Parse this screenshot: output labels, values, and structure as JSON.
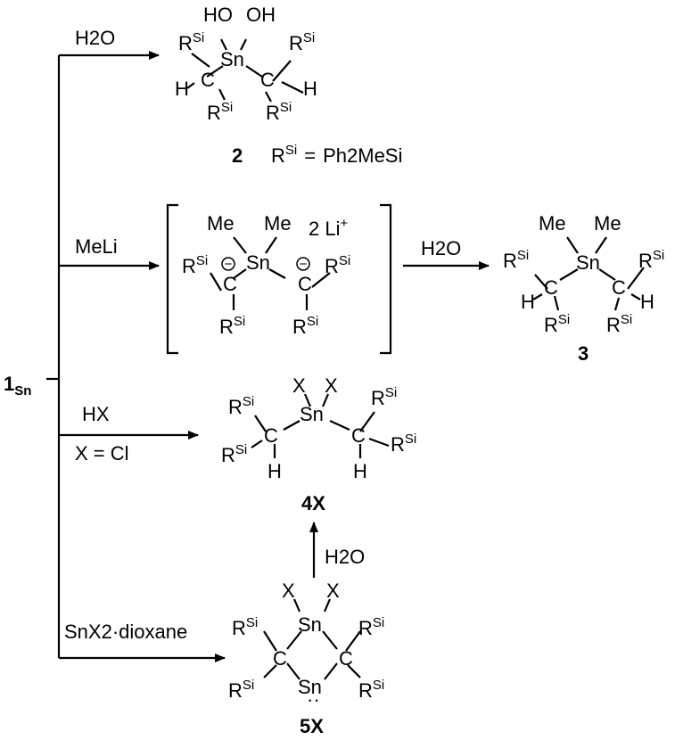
{
  "reactant": {
    "main": "1",
    "sub": "Sn"
  },
  "reagents": {
    "water": "H2O",
    "methyllithium": "MeLi",
    "acid": "HX",
    "acid_condition": "X = Cl",
    "tin_salt": "SnX2·dioxane"
  },
  "atoms": {
    "tin": "Sn",
    "carbon": "C",
    "hydrogen": "H",
    "hydroxyl": "OH",
    "hydroxyl_left": "HO",
    "methyl": "Me",
    "halide": "X",
    "silyl_R": "R",
    "silyl_sup": "Si",
    "lithium_counterion": "2 Li",
    "plus": "+",
    "minus": "−",
    "lone_pair": "··"
  },
  "compound_labels": {
    "c2": "2",
    "c3": "3",
    "c4": "4X",
    "c5": "5X"
  },
  "definition": {
    "lhs_R": "R",
    "lhs_sup": "Si",
    "equals": "=",
    "rhs": "Ph2MeSi"
  },
  "colors": {
    "ink": "#000000",
    "background": "#ffffff"
  }
}
